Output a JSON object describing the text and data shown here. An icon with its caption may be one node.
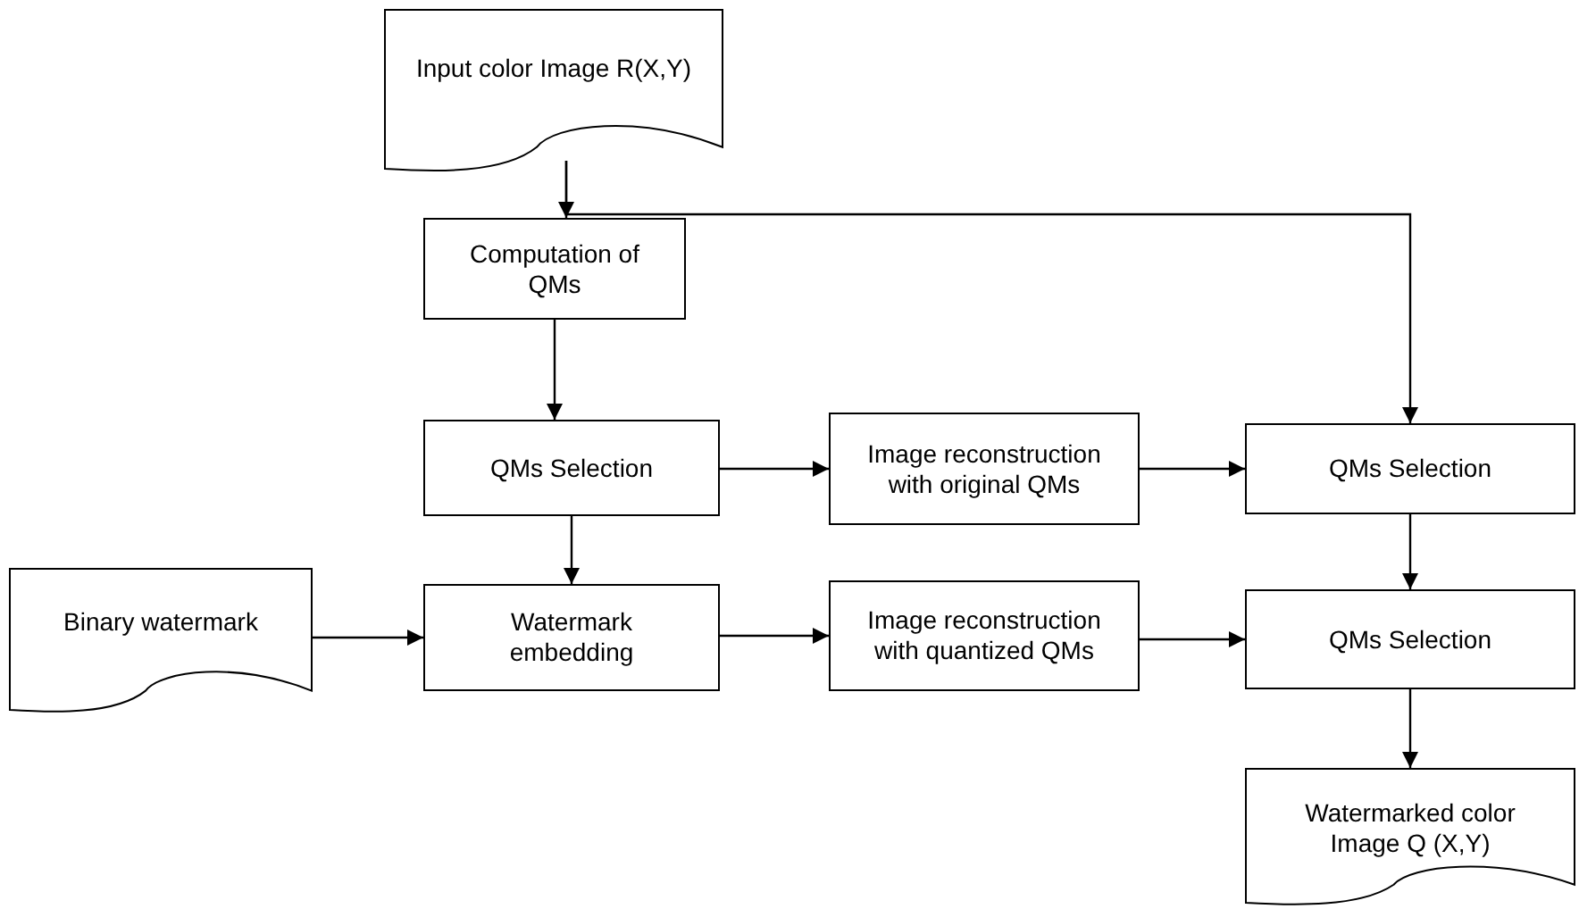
{
  "diagram": {
    "nodes": [
      {
        "text": [
          "Input color Image R(X,Y)"
        ]
      },
      {
        "text": [
          "Computation of QMs"
        ]
      },
      {
        "text": [
          "QMs Selection"
        ]
      },
      {
        "text": [
          "Image reconstruction with original QMs"
        ]
      },
      {
        "text": [
          "QMs Selection"
        ]
      },
      {
        "text": [
          "Binary watermark"
        ]
      },
      {
        "text": [
          "Watermark embedding"
        ]
      },
      {
        "text": [
          "Image reconstruction with quantized QMs"
        ]
      },
      {
        "text": [
          "QMs Selection"
        ]
      },
      {
        "text": [
          "Watermarked color Image Q (X,Y)"
        ]
      }
    ],
    "edges": [
      {
        "from": 0,
        "to": 1,
        "arrow": "to"
      },
      {
        "from": 0,
        "to": 4,
        "arrow": "to"
      },
      {
        "from": 1,
        "to": 2,
        "arrow": "to"
      },
      {
        "from": 2,
        "to": 3,
        "arrow": "to"
      },
      {
        "from": 3,
        "to": 4,
        "arrow": "to"
      },
      {
        "from": 2,
        "to": 6,
        "arrow": "to"
      },
      {
        "from": 5,
        "to": 6,
        "arrow": "to"
      },
      {
        "from": 6,
        "to": 7,
        "arrow": "to"
      },
      {
        "from": 7,
        "to": 8,
        "arrow": "to"
      },
      {
        "from": 4,
        "to": 8,
        "arrow": "to"
      },
      {
        "from": 8,
        "to": 9,
        "arrow": "to"
      }
    ]
  }
}
